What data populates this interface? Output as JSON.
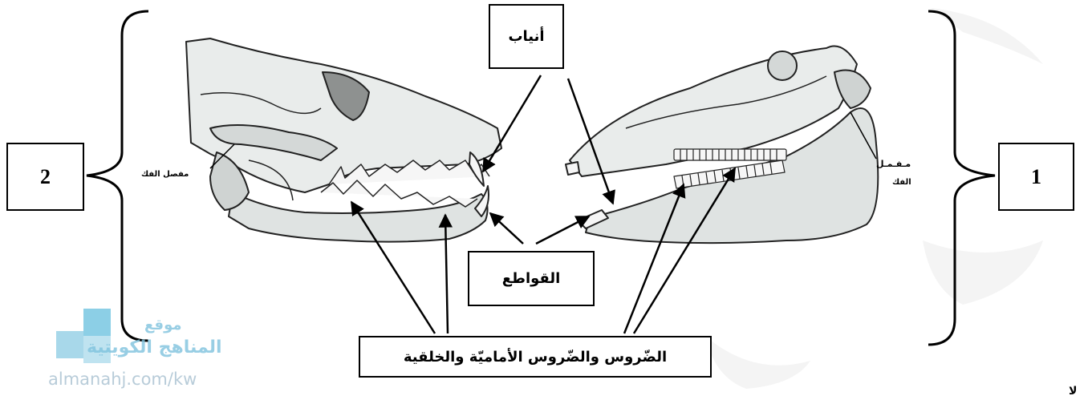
{
  "figure": {
    "group_left_number": "2",
    "group_right_number": "1",
    "labels": {
      "canines": "أنياب",
      "incisors": "القواطع",
      "molars": "الضّروس والضّروس الأماميّة والخلقية",
      "jaw_joint_left": "مفصل الفك",
      "jaw_joint_right_line1": "مـفـمـل",
      "jaw_joint_right_line2": "الفك"
    }
  },
  "watermark": {
    "line1": "موقع",
    "line2": "المناهج الكويتية",
    "url": "almanahj.com/kw"
  },
  "corner_mark": "لا",
  "colors": {
    "bone": "#e9eceb",
    "shadow": "#b7bcbb",
    "outline": "#222222",
    "watermark_blue": "#7fc3de"
  }
}
